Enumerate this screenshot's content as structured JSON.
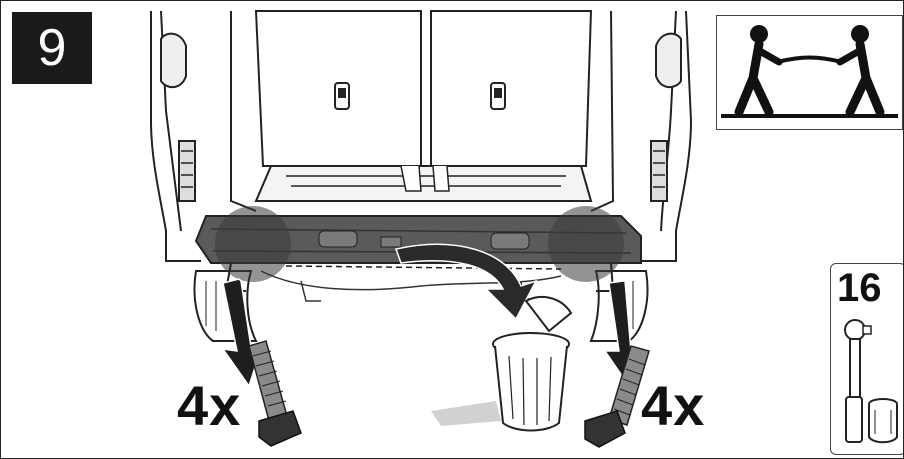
{
  "step": {
    "number": "9"
  },
  "quantities": {
    "left_bolts": "4x",
    "right_bolts": "4x"
  },
  "tool": {
    "size": "16"
  },
  "icons": {
    "two_person": "two-person-lift-icon",
    "socket_wrench": "socket-wrench-icon",
    "trash_can": "trash-can-icon",
    "bolt": "bolt-icon"
  },
  "colors": {
    "ink": "#1a1a1a",
    "shadow": "#6e6e6e",
    "paper": "#ffffff"
  }
}
